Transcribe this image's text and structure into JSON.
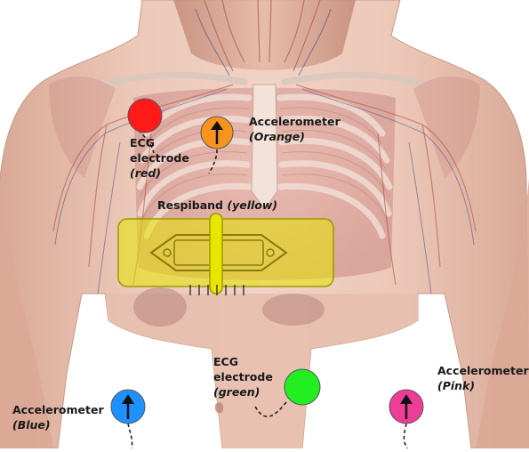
{
  "labels": {
    "ecg_red": {
      "line1": "ECG",
      "line2": "electrode",
      "line3": "(red)"
    },
    "acc_orange": {
      "line1": "Accelerometer",
      "line2": "(Orange)"
    },
    "respiband": {
      "name": "Respiband",
      "color": "(yellow)"
    },
    "ecg_green": {
      "line1": "ECG",
      "line2": "electrode",
      "line3": "(green)"
    },
    "acc_blue": {
      "line1": "Accelerometer",
      "line2": "(Blue)"
    },
    "acc_pink": {
      "line1": "Accelerometer",
      "line2": "(Pink)"
    }
  },
  "colors": {
    "red": "#ff1a1a",
    "orange": "#f7941d",
    "green": "#22ee22",
    "blue": "#1e90ff",
    "pink": "#ee3d96",
    "yellow": "#e8e600",
    "skin": "#e8c4b4",
    "skin_shadow": "#c99a88"
  },
  "icons": {
    "sensor_arrow": "up-arrow-icon"
  }
}
